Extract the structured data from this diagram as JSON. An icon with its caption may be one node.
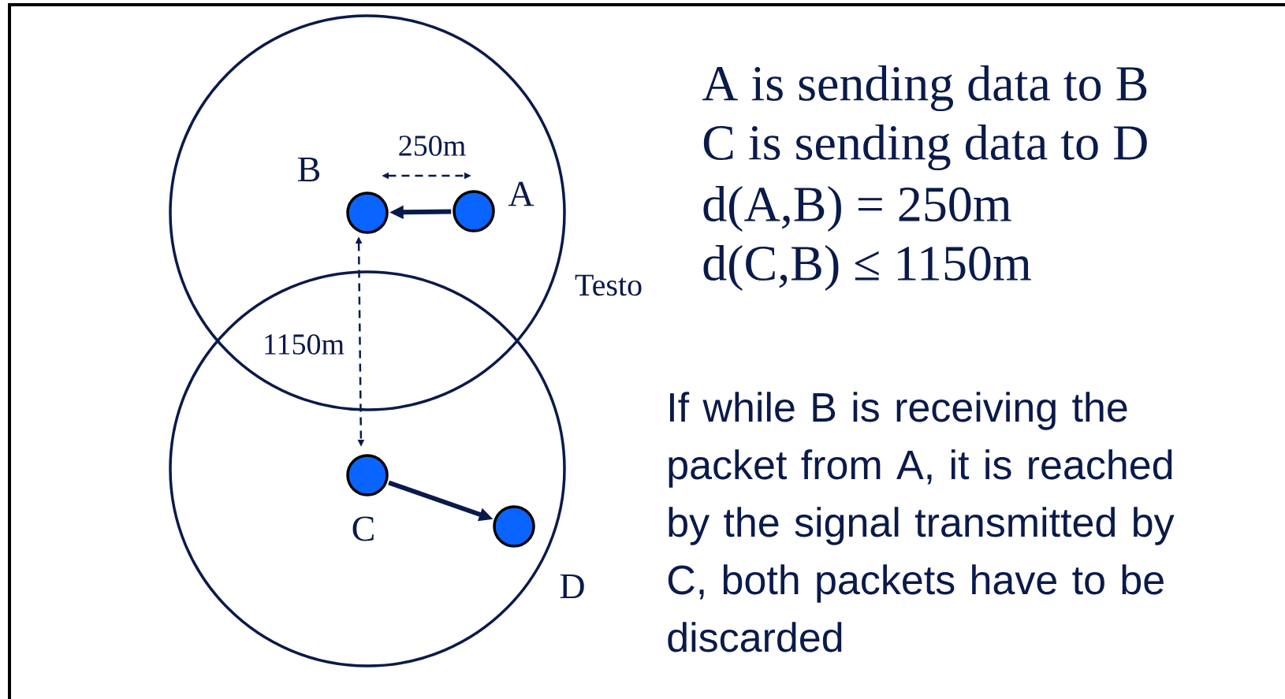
{
  "diagram": {
    "nodes": [
      {
        "text": [],
        "shape": "circle"
      },
      {
        "text": [],
        "shape": "circle"
      },
      {
        "text": [],
        "shape": "circle",
        "beside": [
          "B"
        ],
        "in": 0
      },
      {
        "text": [],
        "shape": "circle",
        "beside": [
          "A"
        ],
        "in": 0
      },
      {
        "text": [],
        "shape": "circle",
        "beside": [
          "C"
        ],
        "in": 1
      },
      {
        "text": [],
        "shape": "circle",
        "beside": [
          "D"
        ],
        "in": 1
      }
    ],
    "edges": [
      {
        "from": 3,
        "to": 2,
        "arrow": "to"
      },
      {
        "from": 4,
        "to": 5,
        "arrow": "to"
      }
    ],
    "labels": [
      "250m",
      "1150m",
      "Testo",
      "A is sending data to B",
      "C is sending data to D",
      "d(A,B) = 250m",
      "d(C,B) ≤ 1150m",
      "If while B is receiving the packet from A, it is reached by the signal transmitted by C, both packets have to be discarded"
    ]
  }
}
